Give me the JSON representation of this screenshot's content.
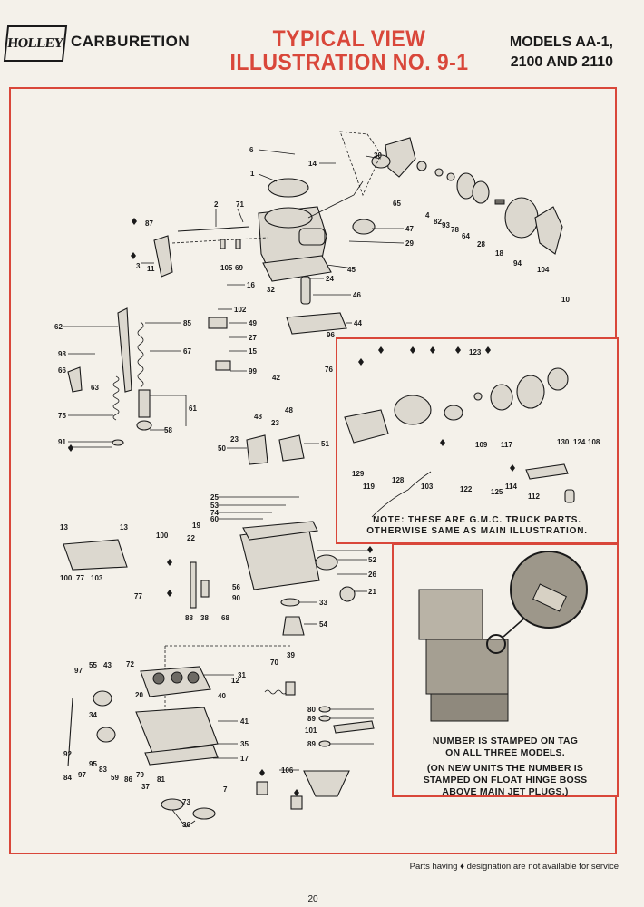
{
  "header": {
    "logo_text": "HOLLEY",
    "section": "CARBURETION",
    "title_line1": "TYPICAL VIEW",
    "title_line2": "ILLUSTRATION NO. 9-1",
    "models_line1": "MODELS AA-1,",
    "models_line2": "2100 AND 2110"
  },
  "gmc_note": {
    "line1": "NOTE:  THESE ARE G.M.C. TRUCK PARTS.",
    "line2": "OTHERWISE SAME AS MAIN ILLUSTRATION."
  },
  "photo_caption": {
    "line1": "NUMBER IS STAMPED ON TAG",
    "line2": "ON ALL THREE MODELS.",
    "line3": "(ON NEW UNITS THE NUMBER IS",
    "line4": "STAMPED ON FLOAT HINGE BOSS",
    "line5": "ABOVE MAIN JET PLUGS.)"
  },
  "footnote": "Parts having ♦ designation are not available for service",
  "page_number": "20",
  "colors": {
    "accent": "#d9473a",
    "ink": "#1a1a1a",
    "paper": "#f4f1ea"
  },
  "callouts": {
    "c6": "6",
    "c1": "1",
    "c14": "14",
    "c30": "30",
    "c65": "65",
    "c4": "4",
    "c82": "82",
    "c93": "93",
    "c78": "78",
    "c64": "64",
    "c28": "28",
    "c18": "18",
    "c94": "94",
    "c104": "104",
    "c10": "10",
    "c2": "2",
    "c71": "71",
    "c87": "87",
    "c3": "3",
    "c11": "11",
    "c105": "105",
    "c69": "69",
    "c32": "32",
    "c47": "47",
    "c29": "29",
    "c45": "45",
    "c24": "24",
    "c46": "46",
    "c16": "16",
    "c62": "62",
    "c85": "85",
    "c102": "102",
    "c49": "49",
    "c27": "27",
    "c15": "15",
    "c44": "44",
    "c98": "98",
    "c67": "67",
    "c96": "96",
    "c76": "76",
    "c66": "66",
    "c63": "63",
    "c99": "99",
    "c42": "42",
    "c75": "75",
    "c61": "61",
    "c48a": "48",
    "c48b": "48",
    "c23a": "23",
    "c23b": "23",
    "c58": "58",
    "c91": "91",
    "c50": "50",
    "c51": "51",
    "c25": "25",
    "c53": "53",
    "c74": "74",
    "c60": "60",
    "c13a": "13",
    "c13b": "13",
    "c100a": "100",
    "c100b": "100",
    "c19": "19",
    "c77a": "77",
    "c77b": "77",
    "c103": "103",
    "c22": "22",
    "c52": "52",
    "c26": "26",
    "c21": "21",
    "c56": "56",
    "c90": "90",
    "c33": "33",
    "c88": "88",
    "c38": "38",
    "c68": "68",
    "c54": "54",
    "c123": "123",
    "c109": "109",
    "c117": "117",
    "c130": "130",
    "c124": "124",
    "c108": "108",
    "c129": "129",
    "c128": "128",
    "c119": "119",
    "c122": "122",
    "c125": "125",
    "c114": "114",
    "c112": "112",
    "c103b": "103",
    "c97a": "97",
    "c55": "55",
    "c43": "43",
    "c72": "72",
    "c31": "31",
    "c70": "70",
    "c39": "39",
    "c12": "12",
    "c20": "20",
    "c40": "40",
    "c34": "34",
    "c41": "41",
    "c80": "80",
    "c89a": "89",
    "c101": "101",
    "c89b": "89",
    "c35": "35",
    "c17": "17",
    "c106": "106",
    "c92": "92",
    "c84": "84",
    "c97b": "97",
    "c95": "95",
    "c83": "83",
    "c59": "59",
    "c86": "86",
    "c79": "79",
    "c37": "37",
    "c81": "81",
    "c73": "73",
    "c7": "7",
    "c36": "36"
  }
}
